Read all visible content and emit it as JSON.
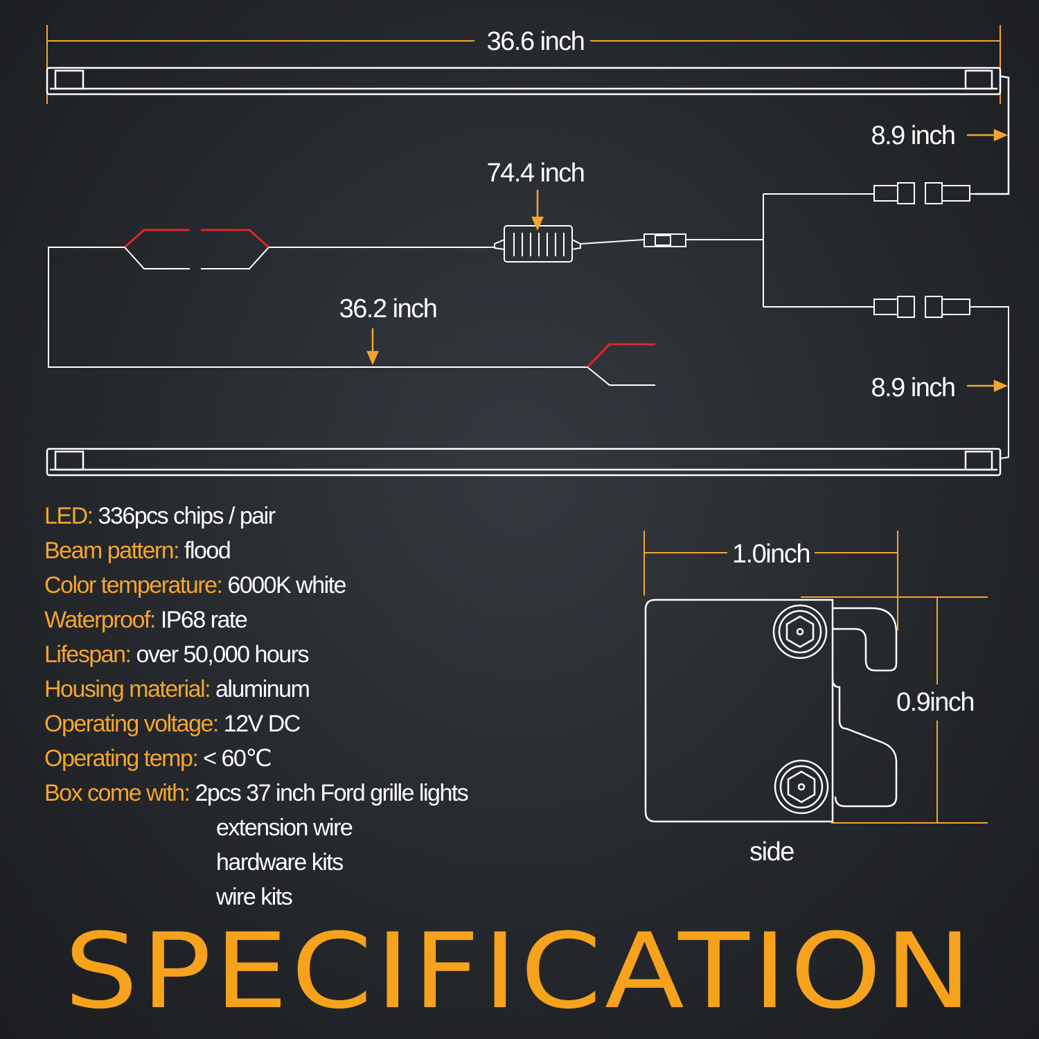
{
  "dimensions": {
    "bar_length": "36.6 inch",
    "lead_top": "8.9 inch",
    "main_harness": "74.4 inch",
    "power_lead": "36.2 inch",
    "lead_bottom": "8.9 inch",
    "side_width": "1.0inch",
    "side_height": "0.9inch",
    "side_caption": "side"
  },
  "specs": [
    {
      "label": "LED:",
      "value": "336pcs chips / pair"
    },
    {
      "label": "Beam pattern:",
      "value": "flood"
    },
    {
      "label": "Color temperature:",
      "value": "6000K white"
    },
    {
      "label": "Waterproof:",
      "value": "IP68 rate"
    },
    {
      "label": "Lifespan:",
      "value": "over 50,000 hours"
    },
    {
      "label": "Housing material:",
      "value": "aluminum"
    },
    {
      "label": "Operating voltage:",
      "value": "12V DC"
    },
    {
      "label": "Operating temp:",
      "value": "< 60℃"
    },
    {
      "label": "Box come with:",
      "value": "2pcs 37 inch Ford grille lights"
    }
  ],
  "box_extras": [
    "extension wire",
    "hardware kits",
    "wire kits"
  ],
  "banner": "SPECIFICATION",
  "colors": {
    "accent": "#f4a531",
    "wire_red": "#e0262b",
    "line": "#ffffff"
  }
}
